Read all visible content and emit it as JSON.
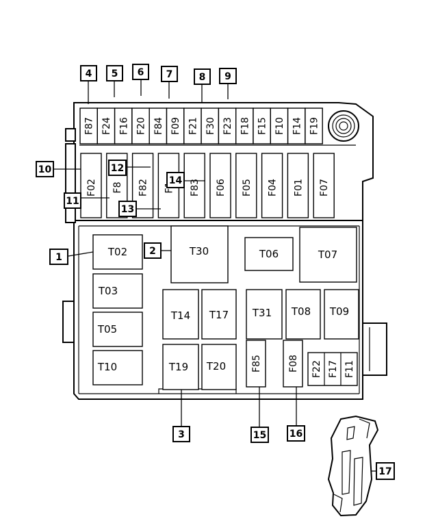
{
  "top_fuses": [
    "F87",
    "F24",
    "F16",
    "F20",
    "F84",
    "F09",
    "F21",
    "F30",
    "F23",
    "F18",
    "F15",
    "F10",
    "F14",
    "F19"
  ],
  "mid_fuses": [
    "F02",
    "F8",
    "F82",
    "F1",
    "F83",
    "F06",
    "F05",
    "F04",
    "F01",
    "F07"
  ],
  "relays": {
    "T02": "T02",
    "T30": "T30",
    "T06": "T06",
    "T07": "T07",
    "T03": "T03",
    "T14": "T14",
    "T17": "T17",
    "T31": "T31",
    "T08": "T08",
    "T09": "T09",
    "T05": "T05",
    "T10": "T10",
    "T19": "T19",
    "T20": "T20"
  },
  "small_fuses": {
    "F85": "F85",
    "F08": "F08"
  },
  "mini_fuses": [
    "F22",
    "F17",
    "F11"
  ],
  "callouts": [
    "1",
    "2",
    "3",
    "4",
    "5",
    "6",
    "7",
    "8",
    "9",
    "10",
    "11",
    "12",
    "13",
    "14",
    "15",
    "16",
    "17"
  ]
}
